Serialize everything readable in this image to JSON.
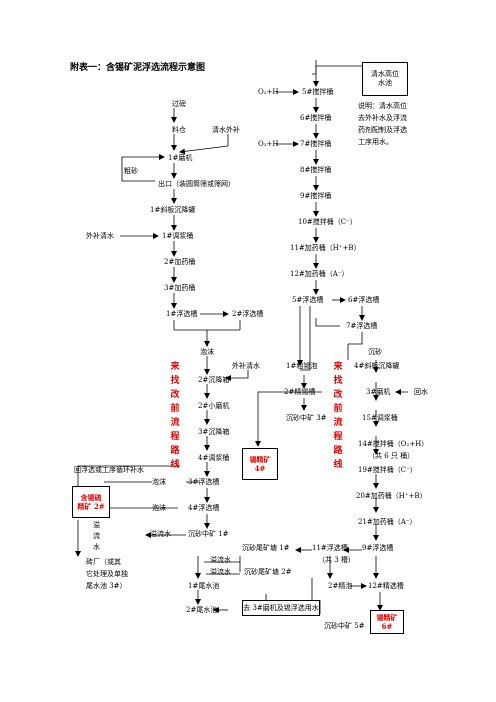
{
  "title": "附表一：含锡矿泥浮选流程示意图",
  "nodes": {
    "ore_feed": "过磅",
    "ore_bin": "料仓",
    "fresh_water_supplement": "清水外补",
    "mill_1": "1#磨机",
    "coarse_sand": "粗砂",
    "mill_outlet": "出口（装圆筒筛或筛网）",
    "classifier_1": "1#斜板沉降罐",
    "external_water": "外补清水",
    "slurry_tank_1": "1#调浆桶",
    "agitator_2": "2#加药桶",
    "agitator_3": "3#加药桶",
    "flotation_1": "1#浮选槽",
    "flotation_2": "2#浮选槽",
    "froth_left": "泡沫",
    "external_water_2": "外补清水",
    "settling_2": "2#沉降箱",
    "mill_small_2": "2#小磨机",
    "settling_3": "3#沉降箱",
    "slurry_tank_4": "4#调浆桶",
    "return_to_flotation": "回浮选或工序循环补水",
    "froth_3": "泡沫",
    "flotation_3": "3#浮选槽",
    "froth_4": "泡沫",
    "flotation_4": "4#浮选槽",
    "overflow_water_1": "溢流水",
    "settling_mid_1": "沉砂中矿 1#",
    "overflow_vertical": "溢流水",
    "brick_factory": "砖厂（或其",
    "other_use": "它处理及单独",
    "tailings_pond_note": "尾水池 3#）",
    "tailings_pond_1": "1#尾水池",
    "tailings_pond_2": "2#尾水池",
    "return_mill_water": "去 3#磨机及锡浮选用水",
    "oh_1": "O₂+H",
    "oh_2": "O₂+H",
    "agitator_5": "5#搅拌桶",
    "agitator_6": "6#搅拌桶",
    "agitator_7": "7#搅拌桶",
    "agitator_8": "8#搅拌桶",
    "agitator_9": "9#搅拌桶",
    "agitator_10": "10#搅拌桶（C⁻）",
    "agitator_11": "11#加药桶（H⁺+B）",
    "agitator_12": "12#加药桶（A⁻）",
    "flotation_5": "5#浮选槽",
    "flotation_6": "6#浮选槽",
    "flotation_7": "7#浮选槽",
    "rough_tin": "1#粗锡泡",
    "fine_tin": "2#精锡槽",
    "settling_mid_3": "沉砂中矿 3#",
    "sand_settle": "沉砂",
    "classifier_4": "4#斜板沉降罐",
    "mill_3": "3#磨机",
    "return_water": "回水",
    "slurry_tank_15": "15#调浆桶",
    "agitator_14": "14#搅拌桶（O₂+H）",
    "agitator_14_note": "（共 6 只 桶）",
    "agitator_19": "19#搅拌桶（C⁻）",
    "agitator_20": "20#加药桶（H⁺+B）",
    "agitator_21": "21#加药桶（A⁻）",
    "flotation_9": "9#浮选槽",
    "flotation_11": "11#浮选槽",
    "flotation_11_note": "（共 3 槽）",
    "tail_settle_1": "沉砂尾矿塘 1#",
    "overflow_water_2": "溢流水",
    "overflow_water_3": "溢流水",
    "tail_settle_2": "沉砂尾矿塘 2#",
    "froth_2": "2#精泡",
    "fine_tank_12": "12#精选槽",
    "settling_mid_5": "沉砂中矿 5#"
  },
  "boxes": {
    "water_tank": "清水高位\n水池",
    "concentrate_2": "含锡硫\n精矿 2#",
    "concentrate_4": "锡精矿\n4#",
    "concentrate_6": "锡精矿\n6#"
  },
  "notes": {
    "explanation_1": "说明：清水高位",
    "explanation_2": "去外补水及浮流",
    "explanation_3": "药剂配制及浮选",
    "explanation_4": "工序用水。"
  },
  "vertical_labels": {
    "left_red": "来找改前流程路线",
    "right_red": "来找改前流程路线",
    "overflow_water_v": "溢流水"
  }
}
